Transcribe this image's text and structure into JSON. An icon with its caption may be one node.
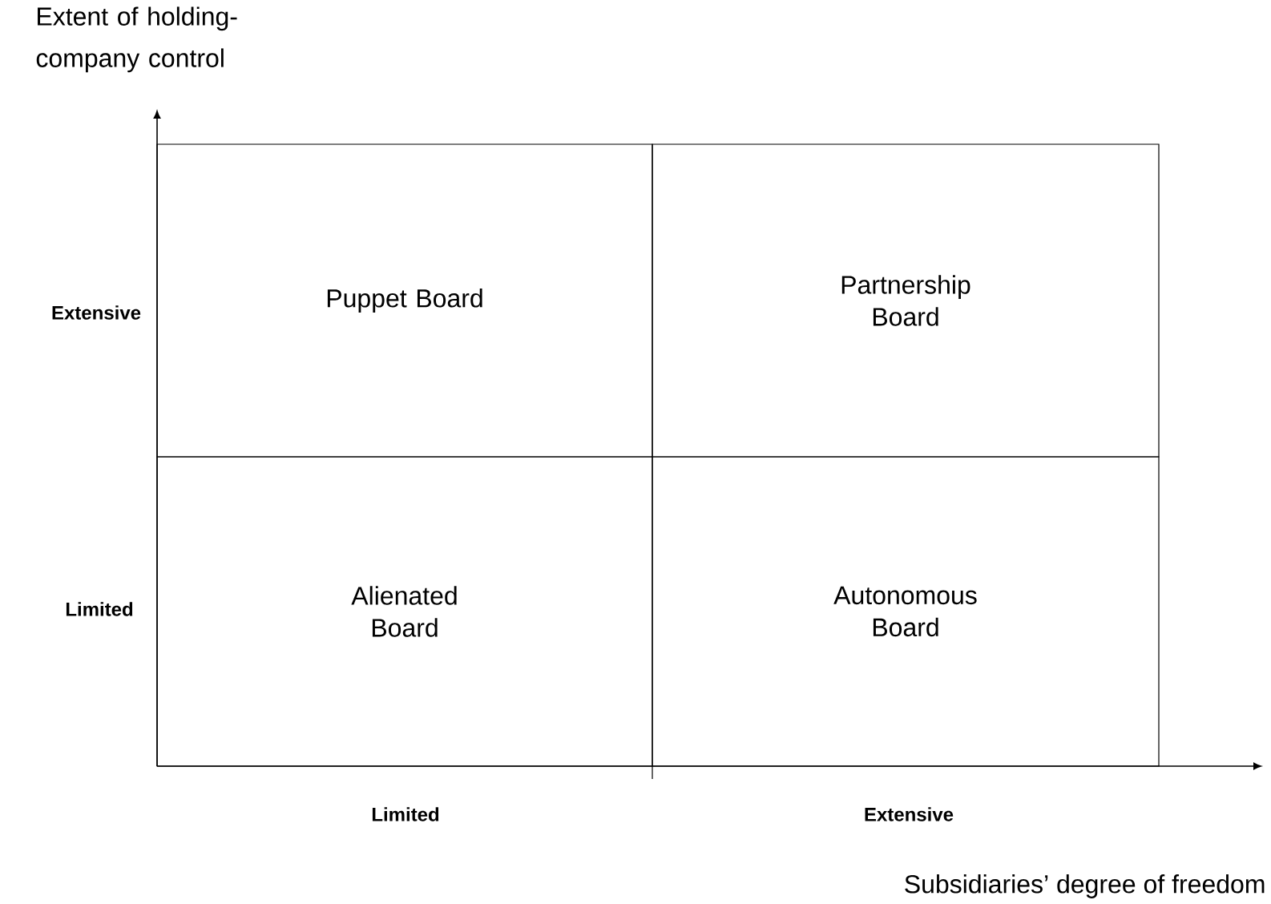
{
  "diagram": {
    "nodes": [
      {
        "text": [
          "Puppet Board"
        ]
      },
      {
        "text": [
          "Partnership Board"
        ]
      },
      {
        "text": [
          "Alienated Board"
        ]
      },
      {
        "text": [
          "Autonomous Board"
        ]
      }
    ],
    "labels": [
      "Extent of holding-company control",
      "Extensive",
      "Limited",
      "Limited",
      "Extensive",
      "Subsidiaries’ degree of freedom"
    ]
  }
}
